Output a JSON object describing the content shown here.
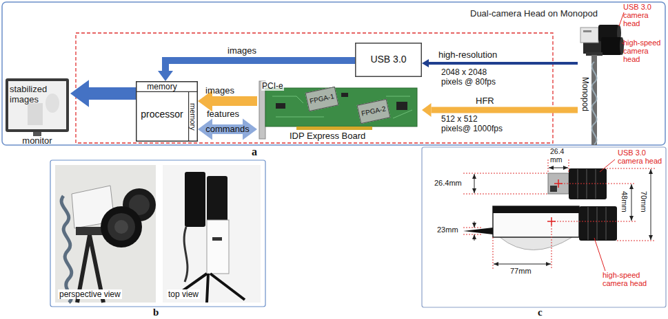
{
  "diagram": {
    "nodes": [
      {
        "text": [
          "stabilized images",
          "monitor"
        ]
      },
      {
        "text": [
          "processor"
        ]
      },
      {
        "text": [
          "memory"
        ],
        "in": 1
      },
      {
        "text": [
          "memory"
        ],
        "in": 1
      },
      {
        "text": [
          "USB 3.0"
        ]
      },
      {
        "text": [
          "PCI-e",
          "IDP Express Board"
        ]
      },
      {
        "text": [
          "FPGA-1"
        ],
        "in": 5
      },
      {
        "text": [
          "FPGA-2"
        ],
        "in": 5
      },
      {
        "text": [
          "Monopod"
        ]
      }
    ],
    "edges": [
      {
        "from": 8,
        "to": 4,
        "arrow": "to",
        "label": "high-resolution"
      },
      {
        "from": 8,
        "to": 5,
        "arrow": "to",
        "label": "HFR"
      },
      {
        "from": 4,
        "to": 2,
        "arrow": "to",
        "label": "images"
      },
      {
        "from": 5,
        "to": 1,
        "arrow": "to",
        "label": "images"
      },
      {
        "from": 5,
        "to": 1,
        "arrow": "both",
        "label": "commands"
      },
      {
        "from": 1,
        "to": 0,
        "arrow": "to"
      }
    ],
    "labels": [
      "Dual-camera Head on Monopod",
      "USB 3.0 camera head",
      "high-speed camera head",
      "2048 x 2048 pixels @ 80fps",
      "512 x 512 pixels@ 1000fps",
      "features",
      "a",
      "perspective view",
      "top view",
      "b",
      "26.4 mm",
      "26.4mm",
      "48mm",
      "70mm",
      "23mm",
      "77mm",
      "USB 3.0 camera head",
      "high-speed camera head",
      "c"
    ]
  }
}
